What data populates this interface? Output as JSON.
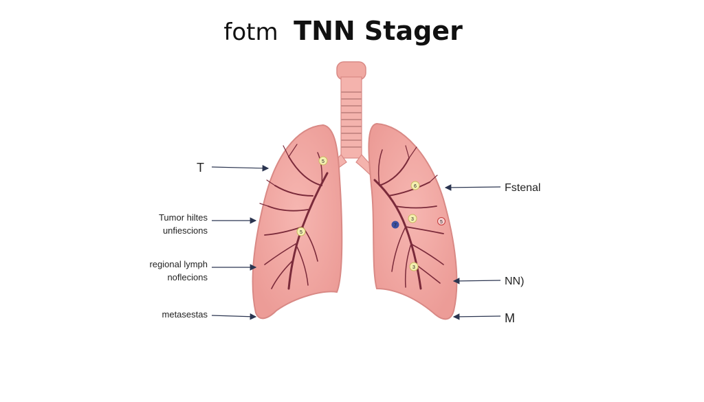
{
  "title": {
    "prefix": "fotm",
    "main": "TNN Stager"
  },
  "labels": {
    "left": {
      "t": "T",
      "tumor_line1": "Tumor hiltes",
      "tumor_line2": "unfiescions",
      "regional_line1": "regional lymph",
      "regional_line2": "noflecions",
      "metastases": "metasestas"
    },
    "right": {
      "fstenal": "Fstenal",
      "nn": "NN)",
      "m": "M"
    }
  },
  "markers": {
    "left_upper": "5",
    "left_mid": "5",
    "right_upper": "6",
    "right_mid": "3",
    "right_low": "3",
    "right_blue": "7",
    "right_red": "5"
  },
  "colors": {
    "lung_fill": "#f2a8a4",
    "lung_edge": "#d98985",
    "vessel": "#7a2a3a",
    "trachea": "#f0a9a2",
    "ring": "#c98a86",
    "arrow": "#2b3550",
    "marker_fill": "#f4efb0",
    "marker_blue": "#3c4fa0",
    "marker_red": "#c43a3a",
    "t_label": "#2a4f7a"
  }
}
